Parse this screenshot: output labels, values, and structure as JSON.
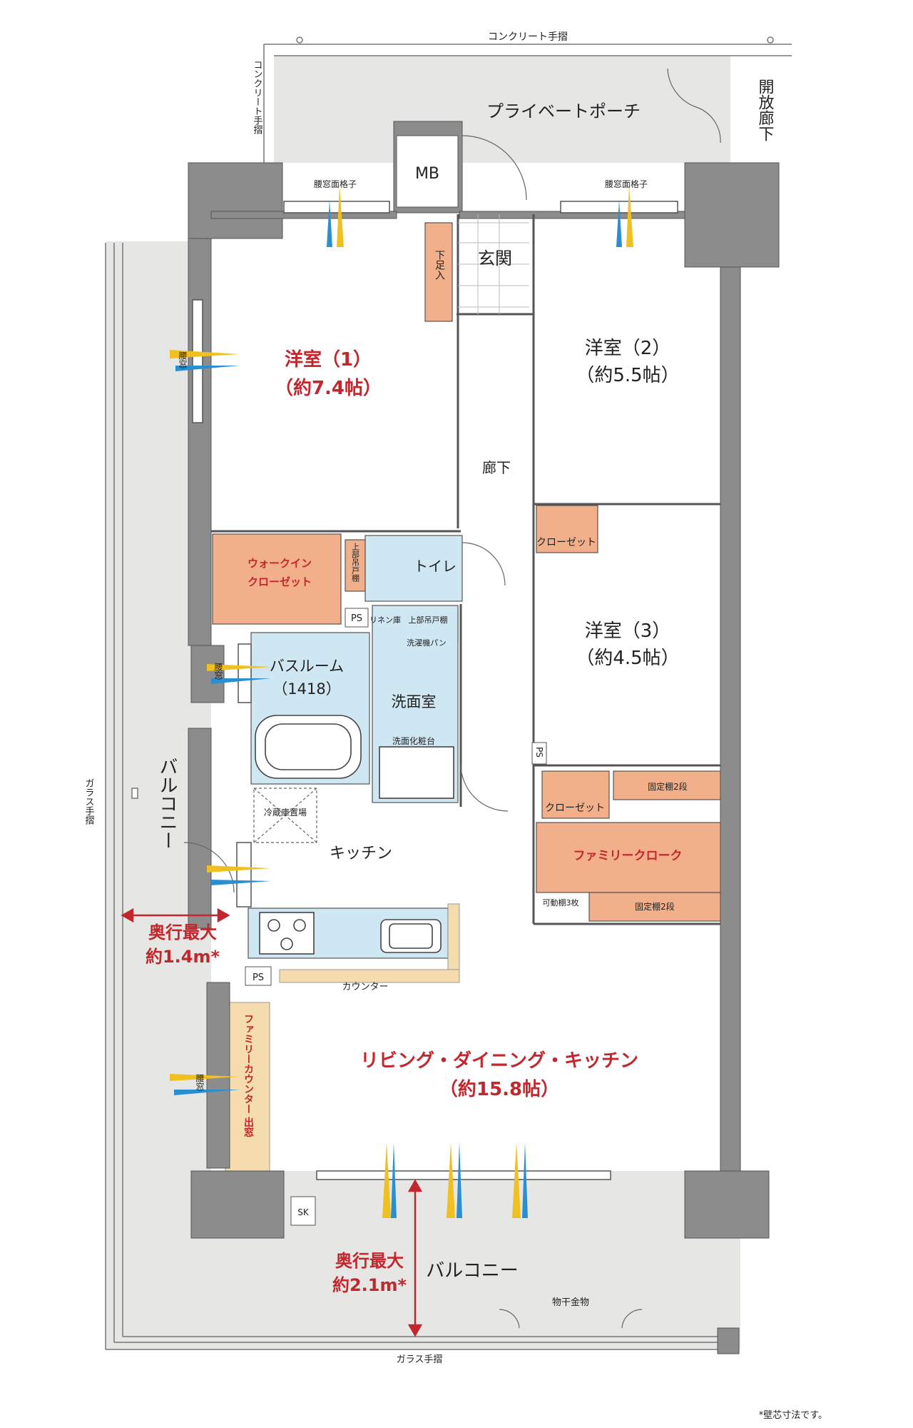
{
  "labels": {
    "concrete_rail_top": "コンクリート手摺",
    "concrete_rail_side": "コンクリート手摺",
    "private_porch": "プライベートポーチ",
    "open_corridor": "開放廊下",
    "mb": "MB",
    "waist_window_grille_1": "腰窓面格子",
    "waist_window_grille_2": "腰窓面格子",
    "entrance": "玄関",
    "shoe_box": "下足入",
    "room1_name": "洋室（1）",
    "room1_size": "（約7.4帖）",
    "room2_name": "洋室（2）",
    "room2_size": "（約5.5帖）",
    "room3_name": "洋室（3）",
    "room3_size": "（約4.5帖）",
    "hallway": "廊下",
    "wic_1": "ウォークイン",
    "wic_2": "クローゼット",
    "upper_cabinet": "上部吊戸棚",
    "toilet": "トイレ",
    "ps_1": "PS",
    "ps_2": "PS",
    "ps_3": "PS",
    "linen": "リネン庫",
    "upper_cabinet_2": "上部吊戸棚",
    "washer_pan": "洗濯機パン",
    "bathroom": "バスルーム",
    "bathroom_size": "（1418）",
    "washroom": "洗面室",
    "vanity": "洗面化粧台",
    "closet_1": "クローゼット",
    "closet_2": "クローゼット",
    "fixed_shelf_1": "固定棚2段",
    "fixed_shelf_2": "固定棚2段",
    "family_cloak": "ファミリークローク",
    "movable_shelf": "可動棚3枚",
    "fridge_space": "冷蔵庫置場",
    "kitchen": "キッチン",
    "waist_window_1": "腰窓",
    "waist_window_2": "腰窓",
    "waist_window_3": "腰窓",
    "balcony_side": "バルコニー",
    "glass_rail_side": "ガラス手摺",
    "depth_max_1_title": "奥行最大",
    "depth_max_1_value": "約1.4m*",
    "counter": "カウンター",
    "family_counter": "ファミリーカウンター 出窓",
    "ldk_name": "リビング・ダイニング・キッチン",
    "ldk_size": "（約15.8帖）",
    "sk": "SK",
    "depth_max_2_title": "奥行最大",
    "depth_max_2_value": "約2.1m*",
    "balcony_bottom": "バルコニー",
    "laundry_hardware": "物干金物",
    "glass_rail_bottom": "ガラス手摺",
    "footnote": "*壁芯寸法です。"
  },
  "colors": {
    "wall": "#8c8c8c",
    "outdoor": "#e6e6e4",
    "storage": "#f2b08a",
    "wet": "#cfe6f3",
    "counter": "#f5dcae",
    "accent_red": "#c1272d",
    "wind_blue": "#2a8fd0",
    "wind_yellow": "#f0c020"
  }
}
